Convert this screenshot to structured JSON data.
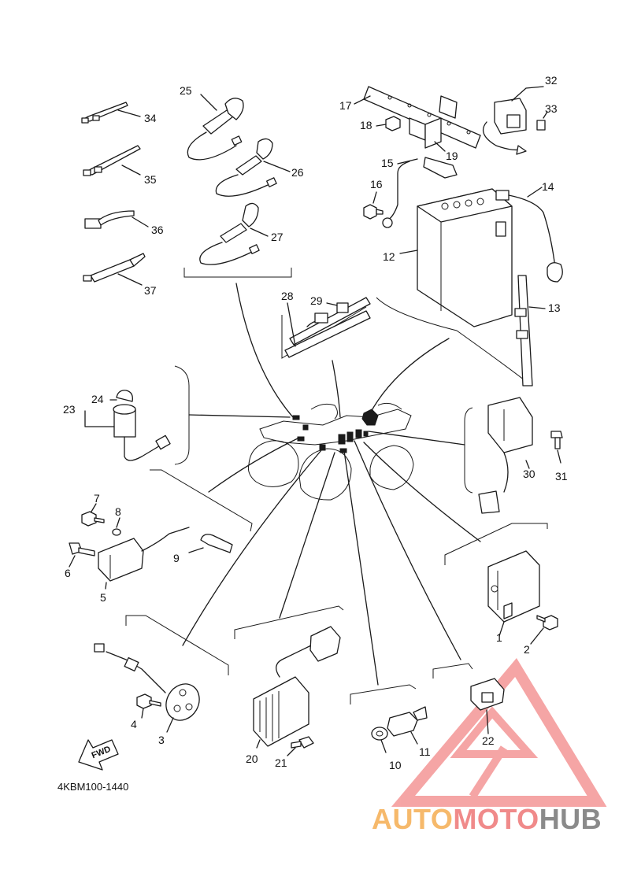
{
  "diagram_code": "4KBM100-1440",
  "fwd_label": "FWD",
  "watermark": {
    "part1": "AUTO",
    "part2": "MOTO",
    "part3": "HUB"
  },
  "colors": {
    "ink": "#1a1a1a",
    "watermark_red": "#f08a8a",
    "watermark_orange": "#f6b96b",
    "watermark_grey": "#8a8a8a"
  },
  "callouts": [
    {
      "id": "c1",
      "text": "1"
    },
    {
      "id": "c2",
      "text": "2"
    },
    {
      "id": "c3",
      "text": "3"
    },
    {
      "id": "c4",
      "text": "4"
    },
    {
      "id": "c5",
      "text": "5"
    },
    {
      "id": "c6",
      "text": "6"
    },
    {
      "id": "c7",
      "text": "7"
    },
    {
      "id": "c8",
      "text": "8"
    },
    {
      "id": "c9",
      "text": "9"
    },
    {
      "id": "c10",
      "text": "10"
    },
    {
      "id": "c11",
      "text": "11"
    },
    {
      "id": "c12",
      "text": "12"
    },
    {
      "id": "c13",
      "text": "13"
    },
    {
      "id": "c14",
      "text": "14"
    },
    {
      "id": "c15",
      "text": "15"
    },
    {
      "id": "c16",
      "text": "16"
    },
    {
      "id": "c17",
      "text": "17"
    },
    {
      "id": "c18",
      "text": "18"
    },
    {
      "id": "c19",
      "text": "19"
    },
    {
      "id": "c20",
      "text": "20"
    },
    {
      "id": "c21",
      "text": "21"
    },
    {
      "id": "c22",
      "text": "22"
    },
    {
      "id": "c23",
      "text": "23"
    },
    {
      "id": "c24",
      "text": "24"
    },
    {
      "id": "c25",
      "text": "25"
    },
    {
      "id": "c26",
      "text": "26"
    },
    {
      "id": "c27",
      "text": "27"
    },
    {
      "id": "c28",
      "text": "28"
    },
    {
      "id": "c29",
      "text": "29"
    },
    {
      "id": "c30",
      "text": "30"
    },
    {
      "id": "c31",
      "text": "31"
    },
    {
      "id": "c32",
      "text": "32"
    },
    {
      "id": "c33",
      "text": "33"
    },
    {
      "id": "c34",
      "text": "34"
    },
    {
      "id": "c35",
      "text": "35"
    },
    {
      "id": "c36",
      "text": "36"
    },
    {
      "id": "c37",
      "text": "37"
    }
  ]
}
